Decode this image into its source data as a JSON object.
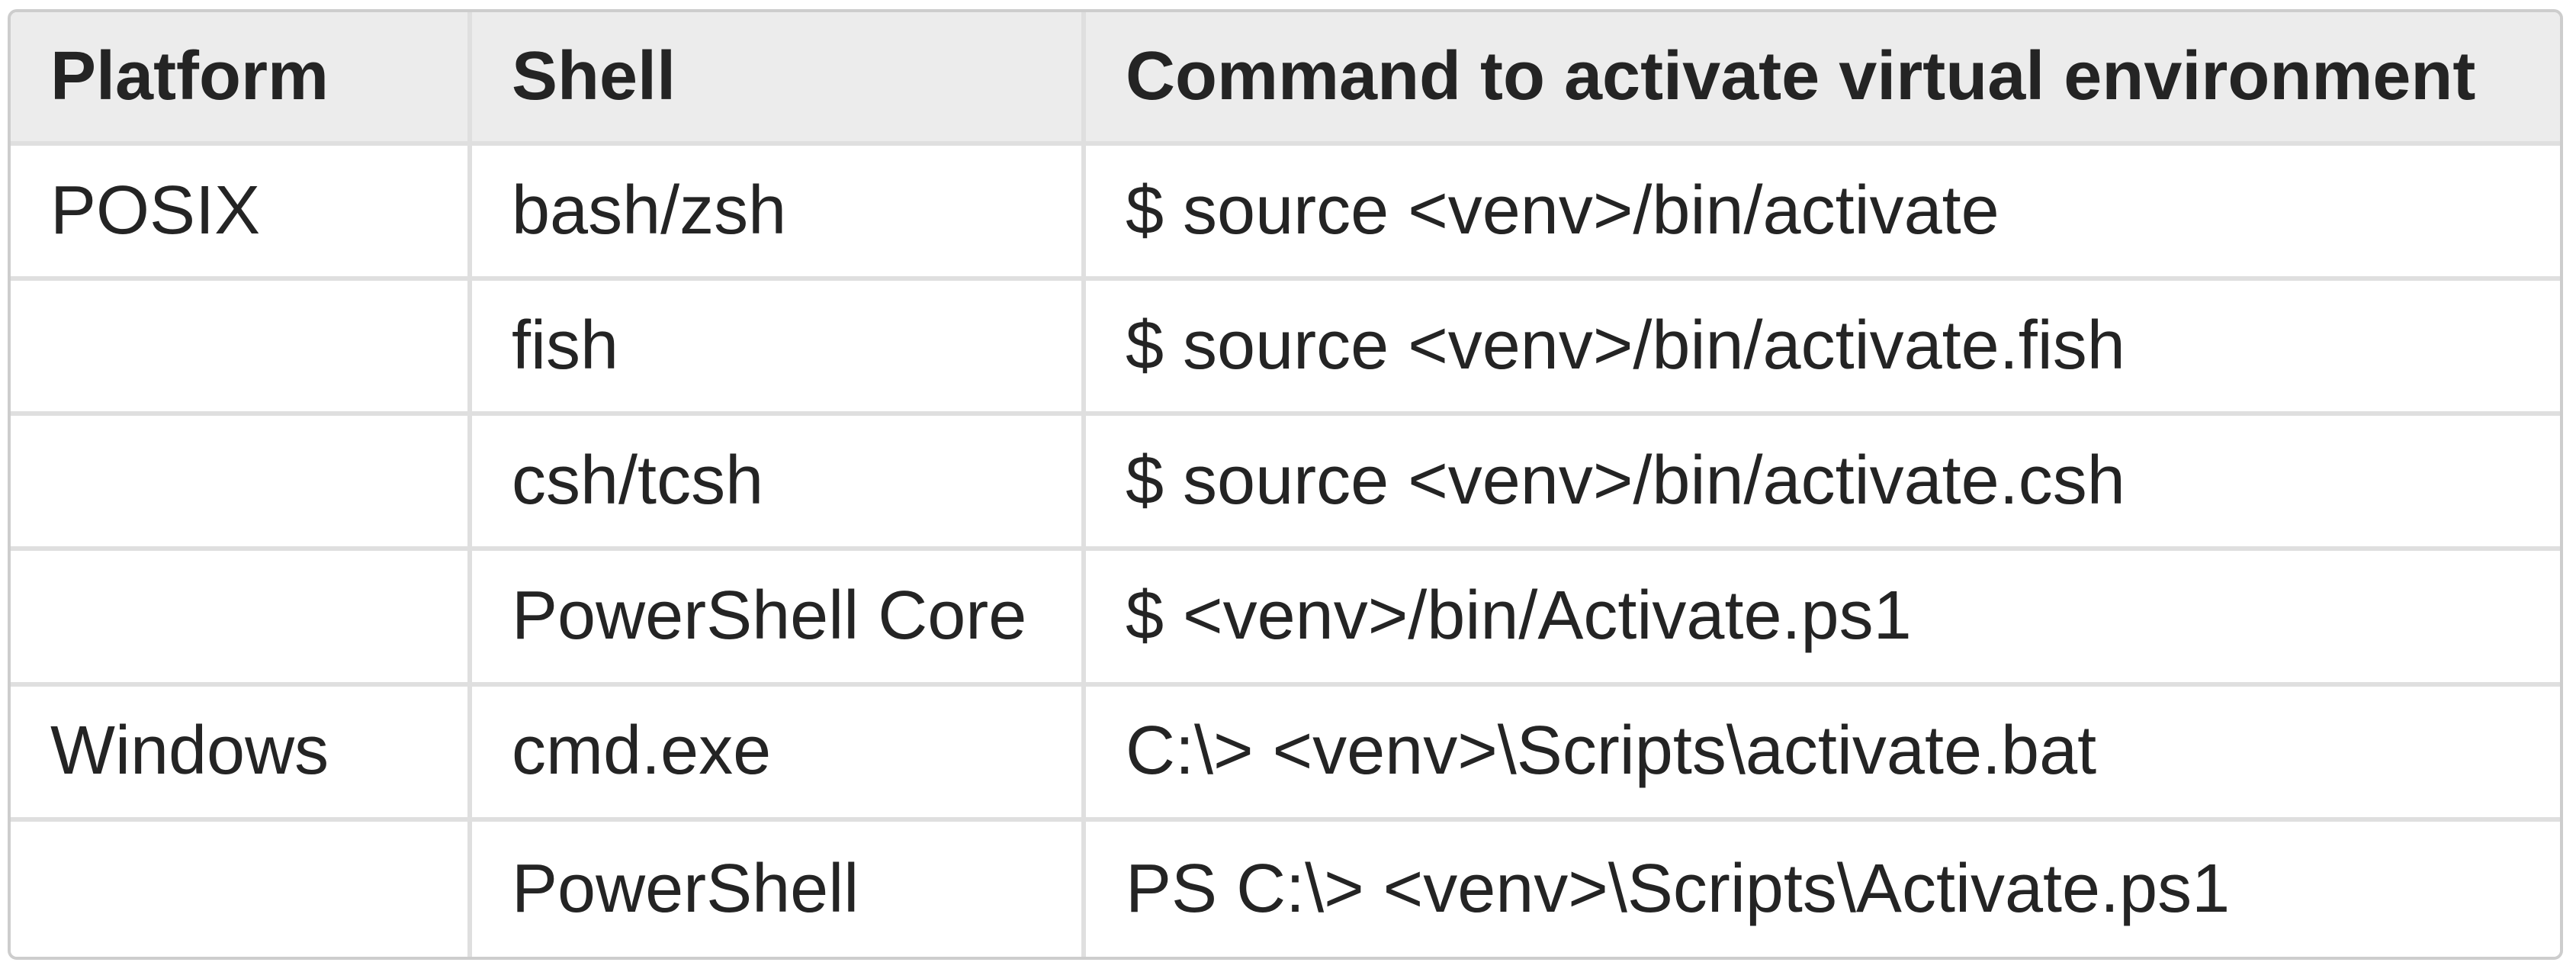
{
  "table": {
    "columns": [
      {
        "label": "Platform"
      },
      {
        "label": "Shell"
      },
      {
        "label": "Command to activate virtual environment"
      }
    ],
    "rows": [
      {
        "platform": "POSIX",
        "shell": "bash/zsh",
        "command": "$ source <venv>/bin/activate"
      },
      {
        "platform": "",
        "shell": "fish",
        "command": "$ source <venv>/bin/activate.fish"
      },
      {
        "platform": "",
        "shell": "csh/tcsh",
        "command": "$ source <venv>/bin/activate.csh"
      },
      {
        "platform": "",
        "shell": "PowerShell Core",
        "command": "$ <venv>/bin/Activate.ps1"
      },
      {
        "platform": "Windows",
        "shell": "cmd.exe",
        "command": "C:\\> <venv>\\Scripts\\activate.bat"
      },
      {
        "platform": "",
        "shell": "PowerShell",
        "command": "PS C:\\> <venv>\\Scripts\\Activate.ps1"
      }
    ],
    "colors": {
      "header_background": "#ececec",
      "row_background": "#ffffff",
      "outer_border": "#cdcdcd",
      "inner_border": "#dfdfdf",
      "text": "#242424"
    }
  }
}
